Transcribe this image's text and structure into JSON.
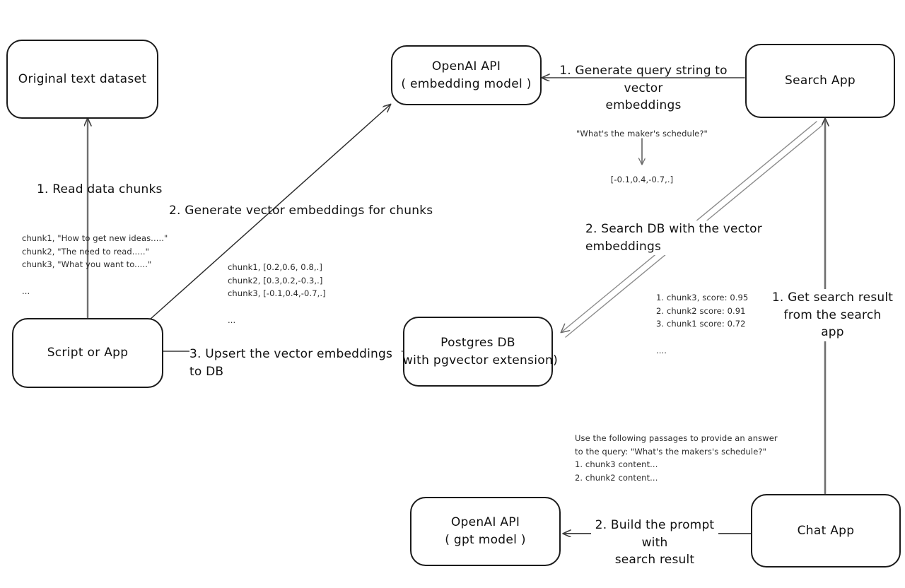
{
  "diagram": {
    "title": "Vector search RAG pipeline",
    "background": "#ffffff",
    "stroke": "#444444",
    "node_stroke": "#1b1b1b"
  },
  "nodes": {
    "original_dataset": {
      "line1": "Original text dataset"
    },
    "script_or_app": {
      "line1": "Script or App"
    },
    "openai_embedding": {
      "line1": "OpenAI API",
      "line2": "( embedding model )"
    },
    "postgres_db": {
      "line1": "Postgres DB",
      "line2": "(with pgvector extension)"
    },
    "search_app": {
      "line1": "Search App"
    },
    "chat_app": {
      "line1": "Chat App"
    },
    "openai_gpt": {
      "line1": "OpenAI API",
      "line2": "( gpt model )"
    }
  },
  "edge_labels": {
    "read_data_chunks": "1. Read data chunks",
    "generate_vector_embeddings": "2. Generate vector embeddings for chunks",
    "upsert_to_db": "3. Upsert the vector embeddings  to DB",
    "generate_query_string": "1. Generate query string to vector\nembeddings",
    "search_db": "2. Search DB with the vector embeddings",
    "get_search_result": "1. Get search result\nfrom the search app",
    "build_prompt": "2. Build the prompt with\nsearch result"
  },
  "notes": {
    "raw_chunks": "chunk1, \"How to get new ideas.....\"\nchunk2, \"The need to read.....\"\nchunk3, \"What you want to.....\"\n\n...",
    "chunk_embeddings": "chunk1, [0.2,0.6, 0.8,.]\nchunk2, [0.3,0.2,-0.3,.]\nchunk3, [-0.1,0.4,-0.7,.]\n\n...",
    "query_text": "\"What's the maker's schedule?\"",
    "query_vector": "[-0.1,0.4,-0.7,.]",
    "search_results": "1. chunk3, score: 0.95\n2. chunk2 score: 0.91\n3. chunk1 score: 0.72\n\n....",
    "prompt_text": "Use the following passages to provide an answer\nto the query: \"What's the makers's schedule?\"\n1. chunk3 content...\n2. chunk2 content..."
  }
}
